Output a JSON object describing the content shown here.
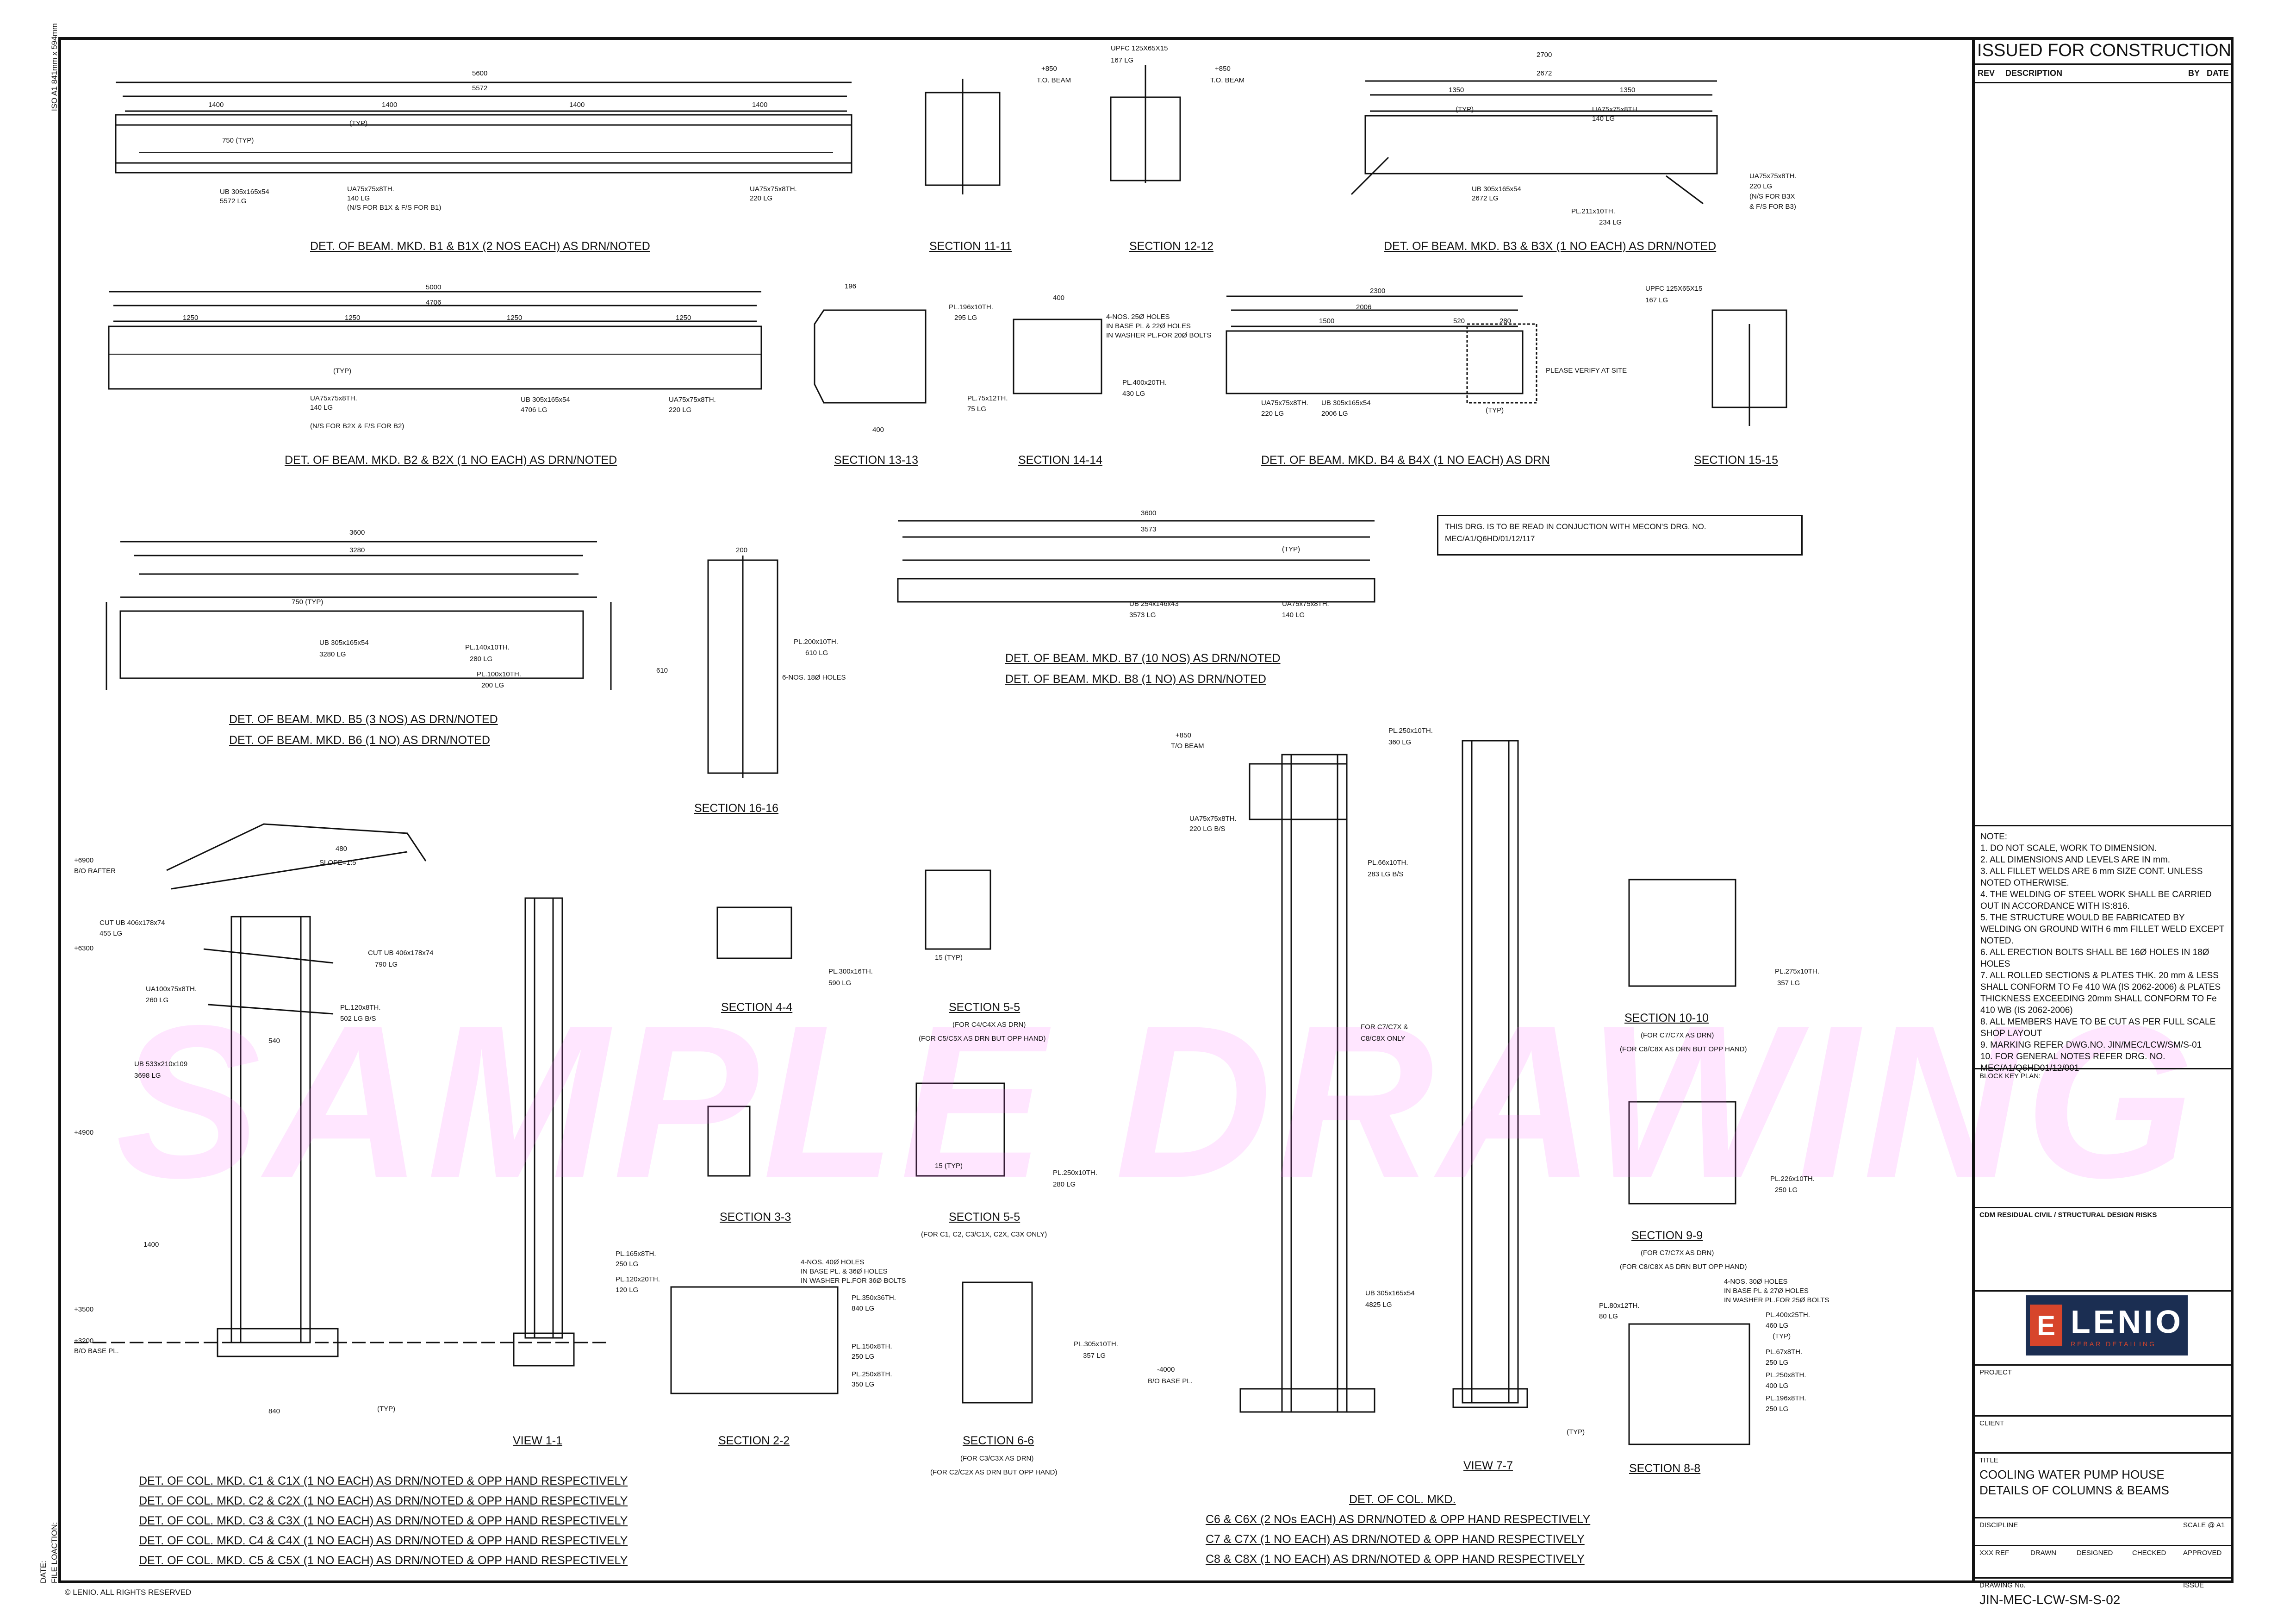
{
  "side": {
    "paper": "ISO A1 841mm x 594mm",
    "date": "DATE:",
    "file": "FILE LOACTION:"
  },
  "copyright": "© LENIO. ALL RIGHTS RESERVED",
  "watermark": "SAMPLE DRAWING",
  "note_box": {
    "line1": "THIS DRG. IS TO BE READ IN CONJUCTION WITH MECON'S DRG. NO.",
    "line2": "MEC/A1/Q6HD/01/12/117"
  },
  "captions": {
    "b1": "DET. OF BEAM. MKD. B1 & B1X (2 NOS EACH) AS DRN/NOTED",
    "s11": "SECTION 11-11",
    "s12": "SECTION 12-12",
    "b3": "DET. OF BEAM. MKD. B3 & B3X (1 NO EACH) AS DRN/NOTED",
    "b2": "DET. OF BEAM. MKD. B2 & B2X (1 NO EACH) AS DRN/NOTED",
    "s13": "SECTION 13-13",
    "s14": "SECTION 14-14",
    "b4": "DET. OF BEAM. MKD. B4 & B4X (1 NO EACH) AS DRN",
    "s15": "SECTION 15-15",
    "b5": "DET. OF BEAM. MKD. B5 (3 NOS) AS DRN/NOTED",
    "b6": "DET. OF BEAM. MKD. B6 (1 NO) AS DRN/NOTED",
    "s16": "SECTION 16-16",
    "b7": "DET. OF BEAM. MKD. B7 (10 NOS) AS DRN/NOTED",
    "b8": "DET. OF BEAM. MKD. B8 (1 NO) AS DRN/NOTED",
    "s44": "SECTION 4-4",
    "s55a": "SECTION 5-5",
    "s55a_n1": "(FOR C4/C4X AS DRN)",
    "s55a_n2": "(FOR C5/C5X AS DRN BUT OPP HAND)",
    "s33": "SECTION 3-3",
    "s55b": "SECTION 5-5",
    "s55b_n1": "(FOR C1, C2, C3/C1X, C2X, C3X ONLY)",
    "s22": "SECTION 2-2",
    "s66": "SECTION 6-6",
    "s66_n1": "(FOR C3/C3X AS DRN)",
    "s66_n2": "(FOR C2/C2X AS DRN BUT OPP HAND)",
    "v11": "VIEW 1-1",
    "v77": "VIEW 7-7",
    "s1010": "SECTION 10-10",
    "s1010_n1": "(FOR C7/C7X AS DRN)",
    "s1010_n2": "(FOR C8/C8X AS DRN BUT OPP HAND)",
    "s99": "SECTION 9-9",
    "s99_n1": "(FOR C7/C7X AS DRN)",
    "s99_n2": "(FOR C8/C8X AS DRN BUT OPP HAND)",
    "s88": "SECTION 8-8",
    "col1": "DET. OF COL. MKD. C1 & C1X (1 NO EACH) AS DRN/NOTED & OPP HAND RESPECTIVELY",
    "col2": "DET. OF COL. MKD. C2 & C2X (1 NO EACH) AS DRN/NOTED & OPP HAND RESPECTIVELY",
    "col3": "DET. OF COL. MKD. C3 & C3X (1 NO EACH) AS DRN/NOTED & OPP HAND RESPECTIVELY",
    "col4": "DET. OF COL. MKD. C4 & C4X (1 NO EACH) AS DRN/NOTED & OPP HAND RESPECTIVELY",
    "col5": "DET. OF COL. MKD. C5 & C5X (1 NO EACH) AS DRN/NOTED & OPP HAND RESPECTIVELY",
    "colm_t": "DET. OF COL. MKD.",
    "colm1": "C6 & C6X (2 NOs EACH) AS DRN/NOTED & OPP HAND RESPECTIVELY",
    "colm2": "C7 & C7X (1 NO EACH) AS DRN/NOTED & OPP HAND RESPECTIVELY",
    "colm3": "C8 & C8X (1 NO EACH) AS DRN/NOTED & OPP HAND RESPECTIVELY"
  },
  "labels": {
    "b1_5600": "5600",
    "b1_5572": "5572",
    "b1_1400a": "1400",
    "b1_1400b": "1400",
    "b1_1400c": "1400",
    "b1_1400d": "1400",
    "b1_750": "750 (TYP)",
    "b1_typ": "(TYP)",
    "b1_ub": "UB 305x165x54",
    "b1_ublg": "5572 LG",
    "b1_ua": "UA75x75x8TH.",
    "b1_ualg": "140 LG",
    "b1_uan": "(N/S FOR B1X & F/S FOR B1)",
    "b1_ua2": "UA75x75x8TH.",
    "b1_ua2lg": "220 LG",
    "s11_850": "+850",
    "s11_tob": "T.O. BEAM",
    "s12_upfc": "UPFC 125X65X15",
    "s12_lg": "167 LG",
    "s12_850": "+850",
    "s12_tob": "T.O. BEAM",
    "b3_2700": "2700",
    "b3_2672": "2672",
    "b3_1350a": "1350",
    "b3_1350b": "1350",
    "b3_typ": "(TYP)",
    "b3_ua": "UA75x75x8TH.",
    "b3_ualg": "140 LG",
    "b3_ub": "UB 305x165x54",
    "b3_ublg": "2672 LG",
    "b3_pl": "PL.211x10TH.",
    "b3_pllg": "234 LG",
    "b3_ua2": "UA75x75x8TH.",
    "b3_ua2lg": "220 LG",
    "b3_n1": "(N/S FOR B3X",
    "b3_n2": "& F/S FOR B3)",
    "b2_5000": "5000",
    "b2_4706": "4706",
    "b2_1250a": "1250",
    "b2_1250b": "1250",
    "b2_1250c": "1250",
    "b2_1250d": "1250",
    "b2_typ": "(TYP)",
    "b2_ua": "UA75x75x8TH.",
    "b2_ualg": "140 LG",
    "b2_uan": "(N/S FOR B2X & F/S FOR B2)",
    "b2_ub": "UB 305x165x54",
    "b2_ublg": "4706 LG",
    "b2_ua2": "UA75x75x8TH.",
    "b2_ua2lg": "220 LG",
    "s13_pl": "PL.196x10TH.",
    "s13_lg": "295 LG",
    "s13_196": "196",
    "s13_400": "400",
    "s14_400": "400",
    "s14_holes": "4-NOS. 25Ø HOLES",
    "s14_holes2": "IN BASE PL & 22Ø HOLES",
    "s14_holes3": "IN WASHER PL.FOR 20Ø BOLTS",
    "s14_pl1": "PL.75x12TH.",
    "s14_pl1lg": "75 LG",
    "s14_pl2": "PL.400x20TH.",
    "s14_pl2lg": "430 LG",
    "b4_2300": "2300",
    "b4_2006": "2006",
    "b4_1500": "1500",
    "b4_520": "520",
    "b4_280": "280",
    "b4_ua": "UA75x75x8TH.",
    "b4_ualg": "220 LG",
    "b4_ub": "UB 305x165x54",
    "b4_ublg": "2006 LG",
    "b4_pv": "PLEASE VERIFY AT SITE",
    "b4_typ": "(TYP)",
    "s15_upfc": "UPFC 125X65X15",
    "s15_lg": "167 LG",
    "b5_3600": "3600",
    "b5_3280": "3280",
    "b5_750": "750 (TYP)",
    "b5_ub": "UB 305x165x54",
    "b5_ublg": "3280 LG",
    "b5_pl1": "PL.140x10TH.",
    "b5_pl1lg": "280 LG",
    "b5_pl2": "PL.100x10TH.",
    "b5_pl2lg": "200 LG",
    "s16_200": "200",
    "s16_pl": "PL.200x10TH.",
    "s16_lg": "610 LG",
    "s16_holes": "6-NOS. 18Ø HOLES",
    "s16_610": "610",
    "b7_3600": "3600",
    "b7_3573": "3573",
    "b7_typ": "(TYP)",
    "b7_ub": "UB 254x146x43",
    "b7_ublg": "3573 LG",
    "b7_ua": "UA75x75x8TH.",
    "b7_ualg": "140 LG",
    "c_6900": "+6900",
    "c_bo": "B/O RAFTER",
    "c_6300": "+6300",
    "c_4900": "+4900",
    "c_3500": "+3500",
    "c_3200": "+3200",
    "c_bobase": "B/O BASE PL.",
    "c_cut1": "CUT UB 406x178x74",
    "c_cut1lg": "455 LG",
    "c_cut2": "CUT UB 406x178x74",
    "c_cut2lg": "790 LG",
    "c_ua": "UA100x75x8TH.",
    "c_ualg": "260 LG",
    "c_pl": "PL.120x8TH.",
    "c_pllg": "502 LG B/S",
    "c_ub": "UB 533x210x109",
    "c_ublg": "3698 LG",
    "c_slope": "SLOPE=1:5",
    "c_480": "480",
    "c_540": "540",
    "c_1400": "1400",
    "c_840": "840",
    "c_typ": "(TYP)",
    "s44_pl": "PL.300x16TH.",
    "s44_lg": "590 LG",
    "s55a_typ": "15 (TYP)",
    "s55b_typ": "15 (TYP)",
    "s55b_pl": "PL.250x10TH.",
    "s55b_lg": "280 LG",
    "s22_pl1": "PL.165x8TH.",
    "s22_pl1lg": "250 LG",
    "s22_pl2": "PL.120x20TH.",
    "s22_pl2lg": "120 LG",
    "s22_holes": "4-NOS. 40Ø HOLES",
    "s22_holes2": "IN BASE PL. & 36Ø HOLES",
    "s22_holes3": "IN WASHER PL.FOR 36Ø BOLTS",
    "s22_pl3": "PL.350x36TH.",
    "s22_pl3lg": "840 LG",
    "s22_pl4": "PL.150x8TH.",
    "s22_pl4lg": "250 LG",
    "s22_pl5": "PL.250x8TH.",
    "s22_pl5lg": "350 LG",
    "s66_pl": "PL.305x10TH.",
    "s66_lg": "357 LG",
    "m_850": "+850",
    "m_tob": "T/O BEAM",
    "m_ua": "UA75x75x8TH.",
    "m_ualg": "220 LG B/S",
    "m_pl1": "PL.250x10TH.",
    "m_pl1lg": "360 LG",
    "m_pl2": "PL.66x10TH.",
    "m_pl2lg": "283 LG B/S",
    "m_for": "FOR C7/C7X &",
    "m_for2": "C8/C8X  ONLY",
    "m_ub": "UB 305x165x54",
    "m_ublg": "4825 LG",
    "m_4000": "-4000",
    "m_bobase": "B/O BASE PL.",
    "m_typ": "(TYP)",
    "s1010_pl": "PL.275x10TH.",
    "s1010_lg": "357 LG",
    "s99_pl": "PL.226x10TH.",
    "s99_lg": "250 LG",
    "s88_pl1": "PL.80x12TH.",
    "s88_pl1lg": "80 LG",
    "s88_holes": "4-NOS. 30Ø HOLES",
    "s88_holes2": "IN BASE PL & 27Ø HOLES",
    "s88_holes3": "IN WASHER PL.FOR 25Ø BOLTS",
    "s88_pl2": "PL.400x25TH.",
    "s88_pl2lg": "460 LG",
    "s88_typ": "(TYP)",
    "s88_pl3": "PL.67x8TH.",
    "s88_pl3lg": "250 LG",
    "s88_pl4": "PL.250x8TH.",
    "s88_pl4lg": "400 LG",
    "s88_pl5": "PL.196x8TH.",
    "s88_pl5lg": "250 LG"
  },
  "title_block": {
    "status": "ISSUED FOR CONSTRUCTION",
    "rev": "REV",
    "description": "DESCRIPTION",
    "by": "BY",
    "date": "DATE",
    "note_title": "NOTE:",
    "notes": [
      "1. DO NOT SCALE, WORK TO DIMENSION.",
      "2. ALL DIMENSIONS AND LEVELS ARE IN mm.",
      "3. ALL FILLET WELDS ARE 6 mm SIZE CONT. UNLESS NOTED OTHERWISE.",
      "4. THE WELDING OF STEEL WORK SHALL BE CARRIED OUT IN ACCORDANCE WITH IS:816.",
      "5. THE STRUCTURE WOULD BE FABRICATED BY WELDING ON GROUND WITH 6 mm   FILLET WELD EXCEPT NOTED.",
      "6. ALL ERECTION BOLTS SHALL BE 16Ø HOLES IN 18Ø HOLES",
      "7. ALL ROLLED SECTIONS & PLATES THK. 20 mm & LESS SHALL CONFORM TO Fe 410 WA (IS 2062-2006) & PLATES THICKNESS EXCEEDING 20mm SHALL CONFORM TO Fe 410 WB (IS 2062-2006)",
      "8. ALL MEMBERS HAVE TO BE CUT AS PER FULL SCALE SHOP LAYOUT",
      "9. MARKING REFER DWG.NO. JIN/MEC/LCW/SM/S-01",
      "10. FOR GENERAL NOTES REFER DRG. NO. MEC/A1/Q6HD01/12/001"
    ],
    "block_key": "BLOCK KEY PLAN:",
    "cdm": "CDM RESIDUAL CIVIL / STRUCTURAL DESIGN RISKS",
    "logo_text": "LENIO",
    "logo_sub": "REBAR DETAILING",
    "project": "PROJECT",
    "client": "CLIENT",
    "title_label": "TITLE",
    "title1": "COOLING WATER PUMP HOUSE",
    "title2": "DETAILS OF COLUMNS & BEAMS",
    "discipline": "DISCIPLINE",
    "scale": "SCALE @ A1",
    "xxx": "XXX REF",
    "drawn": "DRAWN",
    "designed": "DESIGNED",
    "checked": "CHECKED",
    "approved": "APPROVED",
    "drawing_no_label": "DRAWING No.",
    "issue": "ISSUE",
    "drawing_no": "JIN-MEC-LCW-SM-S-02"
  },
  "colors": {
    "ink": "#111111",
    "watermark": "#ff64ff",
    "logo_bg": "#1b2e52",
    "logo_mark": "#d7452b"
  }
}
